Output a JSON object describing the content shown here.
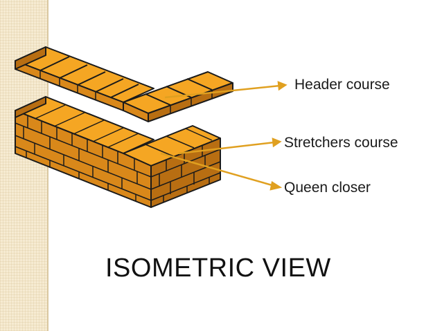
{
  "labels": {
    "header_course": "Header course",
    "stretchers_course": "Stretchers course",
    "queen_closer": "Queen closer"
  },
  "title": "ISOMETRIC VIEW",
  "colors": {
    "brick_top": "#f5a623",
    "brick_front": "#d9881a",
    "brick_side": "#b86e12",
    "mortar": "#1a1a1a",
    "arrow": "#e0a020",
    "background_strip": "#f6ebd2"
  }
}
